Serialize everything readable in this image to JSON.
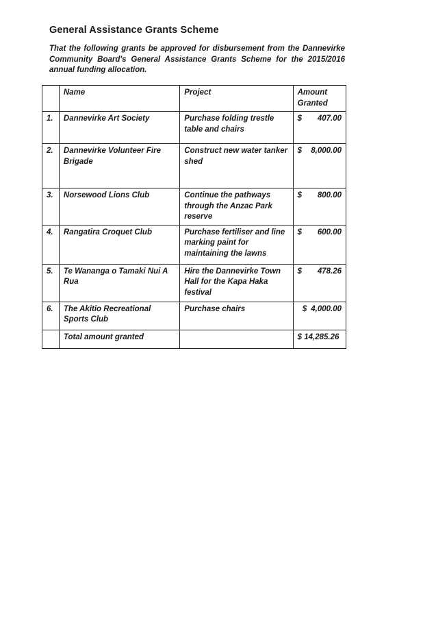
{
  "document": {
    "title": "General Assistance Grants Scheme",
    "resolution": "That the following grants be approved for disbursement from the Dannevirke Community Board's General Assistance Grants Scheme for the 2015/2016 annual funding allocation."
  },
  "table": {
    "headers": {
      "num": "",
      "name": "Name",
      "project": "Project",
      "amount": "Amount Granted"
    },
    "rows": [
      {
        "num": "1.",
        "name": "Dannevirke Art Society",
        "project": "Purchase folding trestle table and chairs",
        "currency": "$",
        "amount": "407.00"
      },
      {
        "num": "2.",
        "name": "Dannevirke Volunteer Fire Brigade",
        "project": "Construct new water tanker shed",
        "currency": "$",
        "amount": "8,000.00"
      },
      {
        "num": "3.",
        "name": "Norsewood Lions Club",
        "project": "Continue the pathways through the Anzac Park reserve",
        "currency": "$",
        "amount": "800.00"
      },
      {
        "num": "4.",
        "name": "Rangatira Croquet Club",
        "project": "Purchase fertiliser and line marking paint for maintaining the lawns",
        "currency": "$",
        "amount": "600.00"
      },
      {
        "num": "5.",
        "name": "Te Wananga o Tamaki Nui A Rua",
        "project": "Hire the Dannevirke Town Hall for the Kapa Haka festival",
        "currency": "$",
        "amount": "478.26"
      },
      {
        "num": "6.",
        "name": "The Akitio Recreational Sports Club",
        "project": "Purchase chairs",
        "currency": "$",
        "amount": "4,000.00"
      }
    ],
    "total": {
      "label": "Total amount granted",
      "project": "",
      "amount": "$ 14,285.26"
    }
  }
}
